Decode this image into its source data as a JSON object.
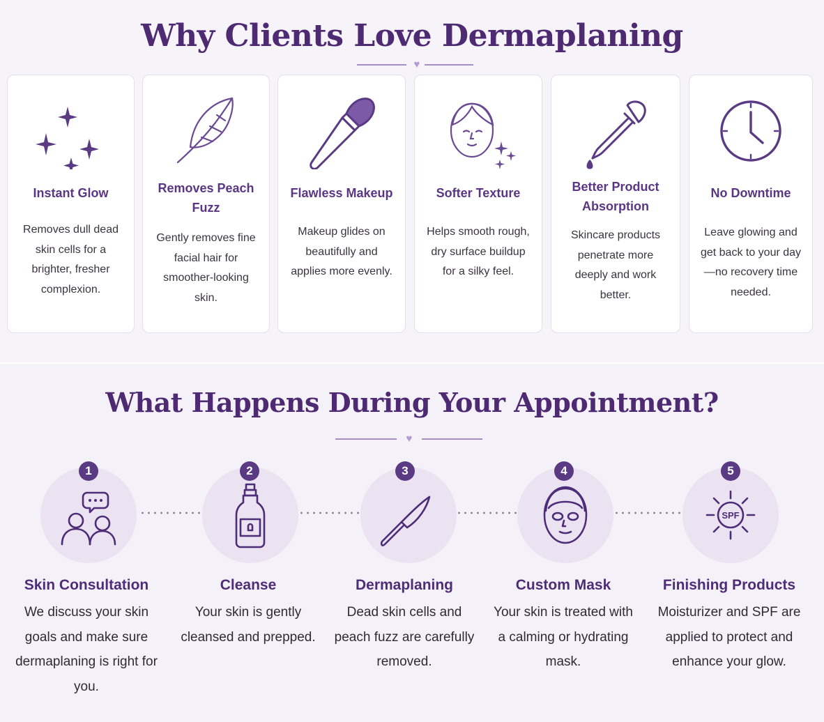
{
  "benefits": {
    "title": "Why Clients Love Dermaplaning",
    "cards": [
      {
        "title": "Instant Glow",
        "desc": "Removes dull dead skin cells for a brighter, fresher complexion.",
        "icon": "sparkles-icon"
      },
      {
        "title": "Removes Peach Fuzz",
        "desc": "Gently removes fine facial hair for smoother-looking skin.",
        "icon": "feather-icon"
      },
      {
        "title": "Flawless Makeup",
        "desc": "Makeup glides on beautifully and applies more evenly.",
        "icon": "makeup-brush-icon"
      },
      {
        "title": "Softer Texture",
        "desc": "Helps smooth rough, dry surface buildup for a silky feel.",
        "icon": "face-sparkle-icon"
      },
      {
        "title": "Better Product Absorption",
        "desc": "Skincare products penetrate more deeply and work better.",
        "icon": "dropper-icon"
      },
      {
        "title": "No Downtime",
        "desc": "Leave glowing and get back to your day—no recovery time needed.",
        "icon": "clock-icon"
      }
    ]
  },
  "appointment": {
    "title": "What Happens During Your Appointment?",
    "steps": [
      {
        "num": "1",
        "title": "Skin Consultation",
        "desc": "We discuss your skin goals and make sure dermaplaning is right for you.",
        "icon": "consultation-icon"
      },
      {
        "num": "2",
        "title": "Cleanse",
        "desc": "Your skin is gently cleansed and prepped.",
        "icon": "cleanser-bottle-icon"
      },
      {
        "num": "3",
        "title": "Dermaplaning",
        "desc": "Dead skin cells and peach fuzz are carefully removed.",
        "icon": "scalpel-icon"
      },
      {
        "num": "4",
        "title": "Custom Mask",
        "desc": "Your skin is treated with a calming or hydrating mask.",
        "icon": "face-mask-icon"
      },
      {
        "num": "5",
        "title": "Finishing Products",
        "desc": "Moisturizer and SPF are applied to protect and enhance your glow.",
        "icon": "spf-sun-icon",
        "icon_text": "SPF"
      }
    ]
  },
  "colors": {
    "accent": "#4e2a72",
    "icon": "#5a3a82",
    "circle": "#ebe3f1"
  }
}
